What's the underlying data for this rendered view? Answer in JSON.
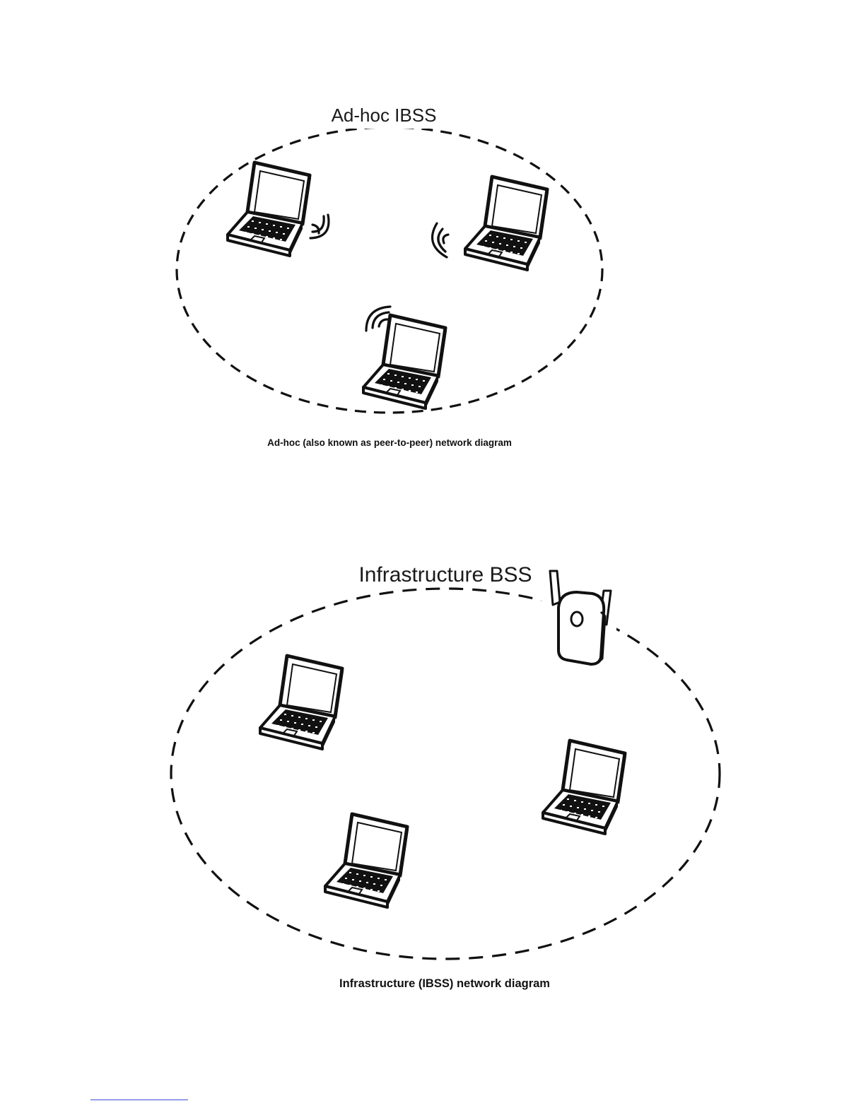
{
  "adhoc": {
    "title": "Ad-hoc IBSS",
    "caption": "Ad-hoc (also known as peer-to-peer) network diagram"
  },
  "infrastructure": {
    "title": "Infrastructure BSS",
    "caption": "Infrastructure (IBSS) network diagram"
  },
  "icons": [
    "laptop-icon",
    "wireless-signal-icon",
    "access-point-icon"
  ],
  "colors": {
    "ink": "#111111",
    "footer_rule": "#3b4bd8"
  }
}
